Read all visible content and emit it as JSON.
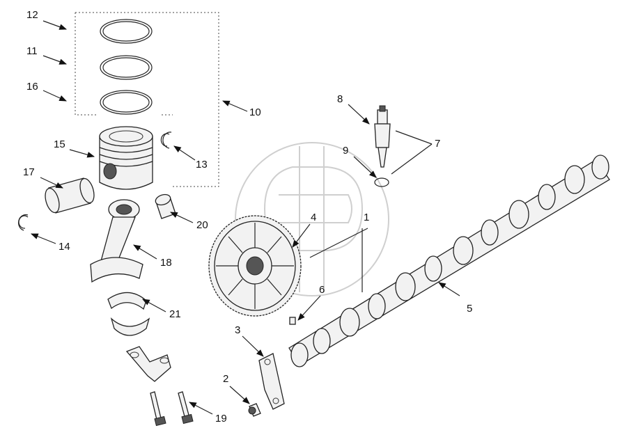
{
  "diagram": {
    "callouts": [
      {
        "id": "c12",
        "text": "12"
      },
      {
        "id": "c11",
        "text": "11"
      },
      {
        "id": "c16",
        "text": "16"
      },
      {
        "id": "c10",
        "text": "10"
      },
      {
        "id": "c8",
        "text": "8"
      },
      {
        "id": "c7",
        "text": "7"
      },
      {
        "id": "c9",
        "text": "9"
      },
      {
        "id": "c15",
        "text": "15"
      },
      {
        "id": "c13",
        "text": "13"
      },
      {
        "id": "c17",
        "text": "17"
      },
      {
        "id": "c14",
        "text": "14"
      },
      {
        "id": "c20",
        "text": "20"
      },
      {
        "id": "c18",
        "text": "18"
      },
      {
        "id": "c4",
        "text": "4"
      },
      {
        "id": "c1",
        "text": "1"
      },
      {
        "id": "c6",
        "text": "6"
      },
      {
        "id": "c5",
        "text": "5"
      },
      {
        "id": "c21",
        "text": "21"
      },
      {
        "id": "c3",
        "text": "3"
      },
      {
        "id": "c2",
        "text": "2"
      },
      {
        "id": "c19",
        "text": "19"
      }
    ]
  }
}
